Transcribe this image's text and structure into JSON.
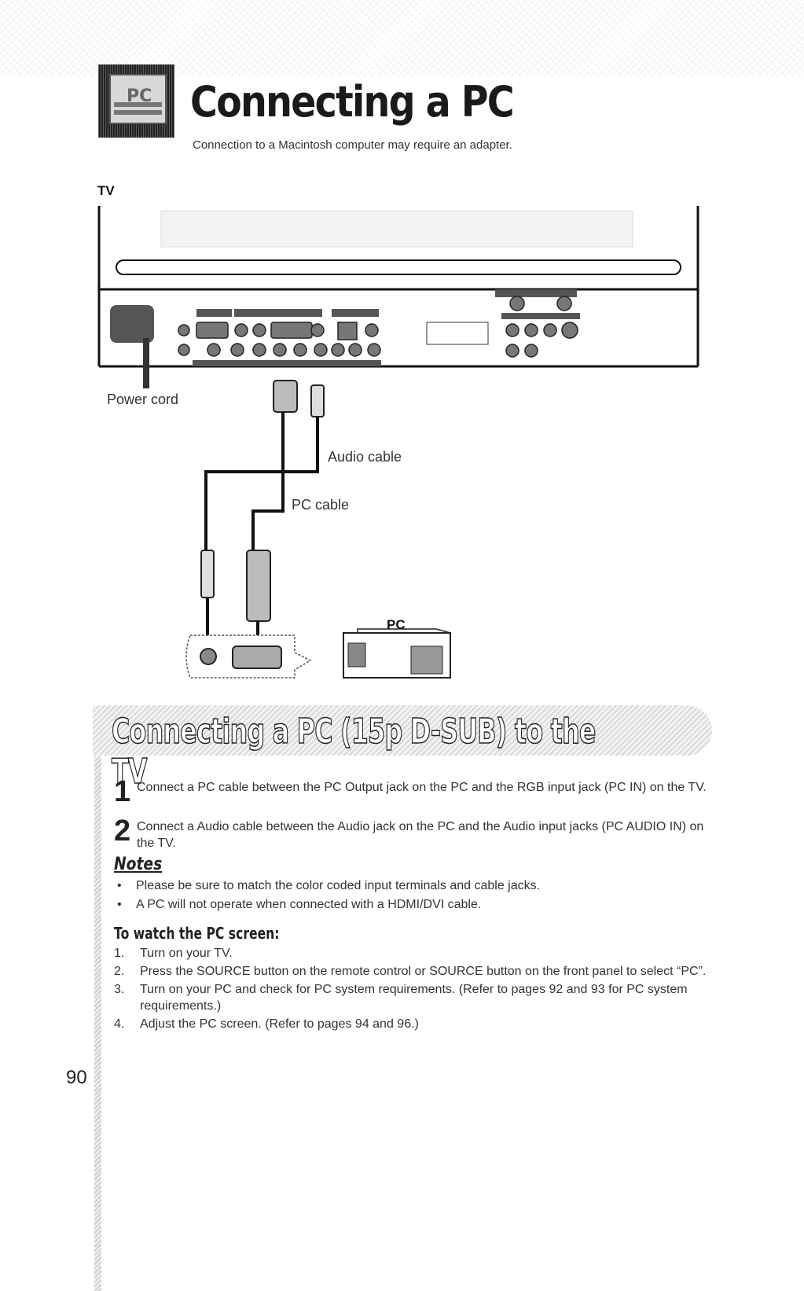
{
  "header": {
    "badge_icon": "pc-icon",
    "badge_text": "PC",
    "title": "Connecting a PC",
    "subtitle": "Connection to a Macintosh computer may require an adapter."
  },
  "diagram": {
    "tv_label": "TV",
    "power_cord_label": "Power cord",
    "audio_cable_label": "Audio cable",
    "pc_cable_label": "PC cable",
    "pc_label": "PC"
  },
  "section": {
    "title": "Connecting a PC (15p D-SUB) to the TV",
    "steps": [
      {
        "number": "1",
        "text": "Connect a PC cable between the PC Output jack on the PC and the RGB input jack (PC IN) on the TV."
      },
      {
        "number": "2",
        "text": "Connect a Audio cable between the Audio jack on the PC and the Audio input jacks (PC AUDIO IN) on the TV."
      }
    ],
    "notes_title": "Notes",
    "notes": [
      "Please be sure to match the color coded input terminals and cable jacks.",
      "A PC will not operate when connected with a HDMI/DVI cable."
    ],
    "watch_title": "To watch the PC screen:",
    "watch_steps": [
      {
        "number": "1.",
        "text": "Turn on your TV."
      },
      {
        "number": "2.",
        "text": "Press the SOURCE button on the remote control or SOURCE button on the front panel to select “PC”."
      },
      {
        "number": "3.",
        "text": "Turn on your PC and check for PC system requirements. (Refer to pages 92 and 93 for PC system requirements.)"
      },
      {
        "number": "4.",
        "text": "Adjust the PC screen. (Refer to pages 94 and 96.)"
      }
    ]
  },
  "page_number": "90"
}
